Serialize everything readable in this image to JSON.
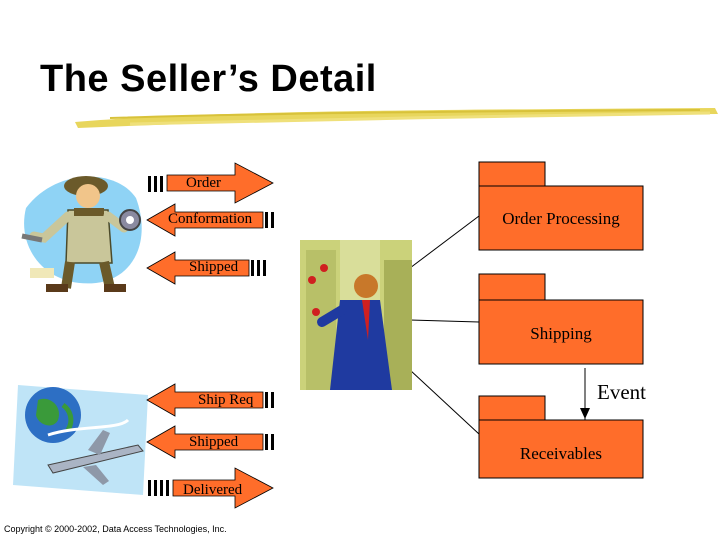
{
  "title": "The Seller’s Detail",
  "arrows": {
    "order": "Order",
    "conformation": "Conformation",
    "shipped_top": "Shipped",
    "ship_req": "Ship Req",
    "shipped_bottom": "Shipped",
    "delivered": "Delivered"
  },
  "packages": {
    "order_processing": "Order Processing",
    "shipping": "Shipping",
    "receivables": "Receivables"
  },
  "event_label": "Event",
  "copyright": "Copyright © 2000-2002, Data Access Technologies, Inc.",
  "colors": {
    "package_fill": "#ff6d2a",
    "arrow_fill": "#ff6d2a",
    "swoosh": "#e6d24a"
  },
  "icons": [
    "worker-clipart-icon",
    "businessman-juggling-clipart-icon",
    "globe-airplane-clipart-icon"
  ]
}
